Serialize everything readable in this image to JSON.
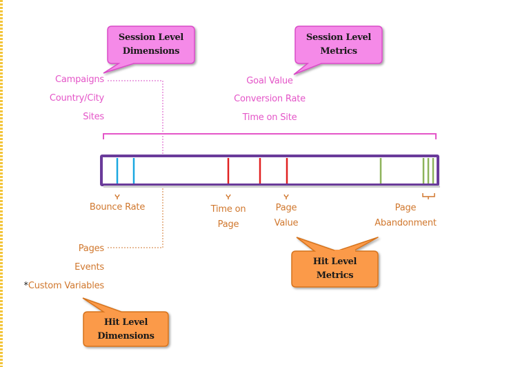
{
  "callouts": {
    "session_dimensions": "Session Level\nDimensions",
    "session_metrics": "Session Level\nMetrics",
    "hit_metrics": "Hit Level\nMetrics",
    "hit_dimensions": "Hit Level\nDimensions"
  },
  "session_dimensions": [
    "Campaigns",
    "Country/City",
    "Sites"
  ],
  "session_metrics": [
    "Goal Value",
    "Conversion Rate",
    "Time on Site"
  ],
  "hit_metrics": {
    "bounce_rate": "Bounce Rate",
    "time_on_page": "Time on\nPage",
    "page_value": "Page\nValue",
    "page_abandonment": "Page\nAbandonment"
  },
  "hit_dimensions": {
    "pages": "Pages",
    "events": "Events",
    "custom_variables_marker": "*",
    "custom_variables": "Custom Variables"
  },
  "colors": {
    "pink": "#e455c8",
    "callout_pink": "#f58ae8",
    "orange": "#d0772d",
    "callout_orange": "#fb9a4a",
    "session_bar": "#6a3b9a",
    "hit_blue": "#1aa7e0",
    "hit_red": "#e02020",
    "hit_green": "#8db35b"
  }
}
